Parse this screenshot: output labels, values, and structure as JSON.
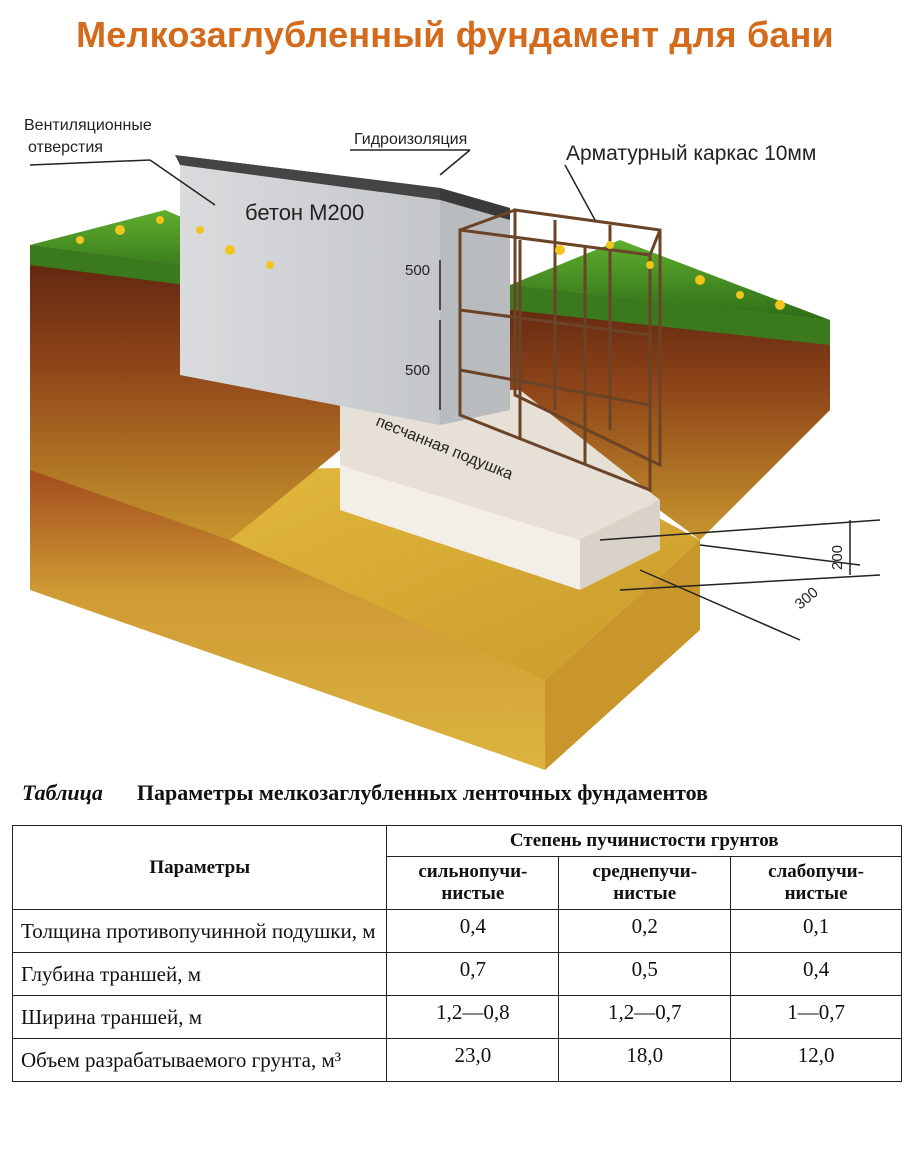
{
  "title": "Мелкозаглубленный фундамент для бани",
  "diagram": {
    "labels": {
      "ventilation_line1": "Вентиляционные",
      "ventilation_line2": "отверстия",
      "waterproofing": "Гидроизоляция",
      "rebar": "Арматурный каркас 10мм",
      "concrete": "бетон М200",
      "sand_cushion": "песчанная подушка"
    },
    "dimensions": {
      "upper": "500",
      "lower": "500",
      "cushion_height": "200",
      "cushion_width": "300"
    },
    "colors": {
      "concrete": "#d5d7d9",
      "waterproofing": "#2f2f2f",
      "soil_top": "#7a2e14",
      "soil_bottom": "#d9b13c",
      "grass": "#3f8d22",
      "sand": "#f2ede6",
      "rebar": "#6b4428"
    }
  },
  "table": {
    "caption_prefix": "Таблица",
    "caption": "Параметры мелкозаглубленных ленточных фундаментов",
    "header_params": "Параметры",
    "header_group": "Степень пучинистости грунтов",
    "col1": "сильнопучи- нистые",
    "col2": "среднепучи- нистые",
    "col3": "слабопучи- нистые",
    "rows": [
      {
        "param": "Толщина противопучинной подушки, м",
        "v1": "0,4",
        "v2": "0,2",
        "v3": "0,1"
      },
      {
        "param": "Глубина траншей, м",
        "v1": "0,7",
        "v2": "0,5",
        "v3": "0,4"
      },
      {
        "param": "Ширина траншей, м",
        "v1": "1,2—0,8",
        "v2": "1,2—0,7",
        "v3": "1—0,7"
      },
      {
        "param": "Объем разрабатываемого грунта, м³",
        "v1": "23,0",
        "v2": "18,0",
        "v3": "12,0"
      }
    ]
  }
}
